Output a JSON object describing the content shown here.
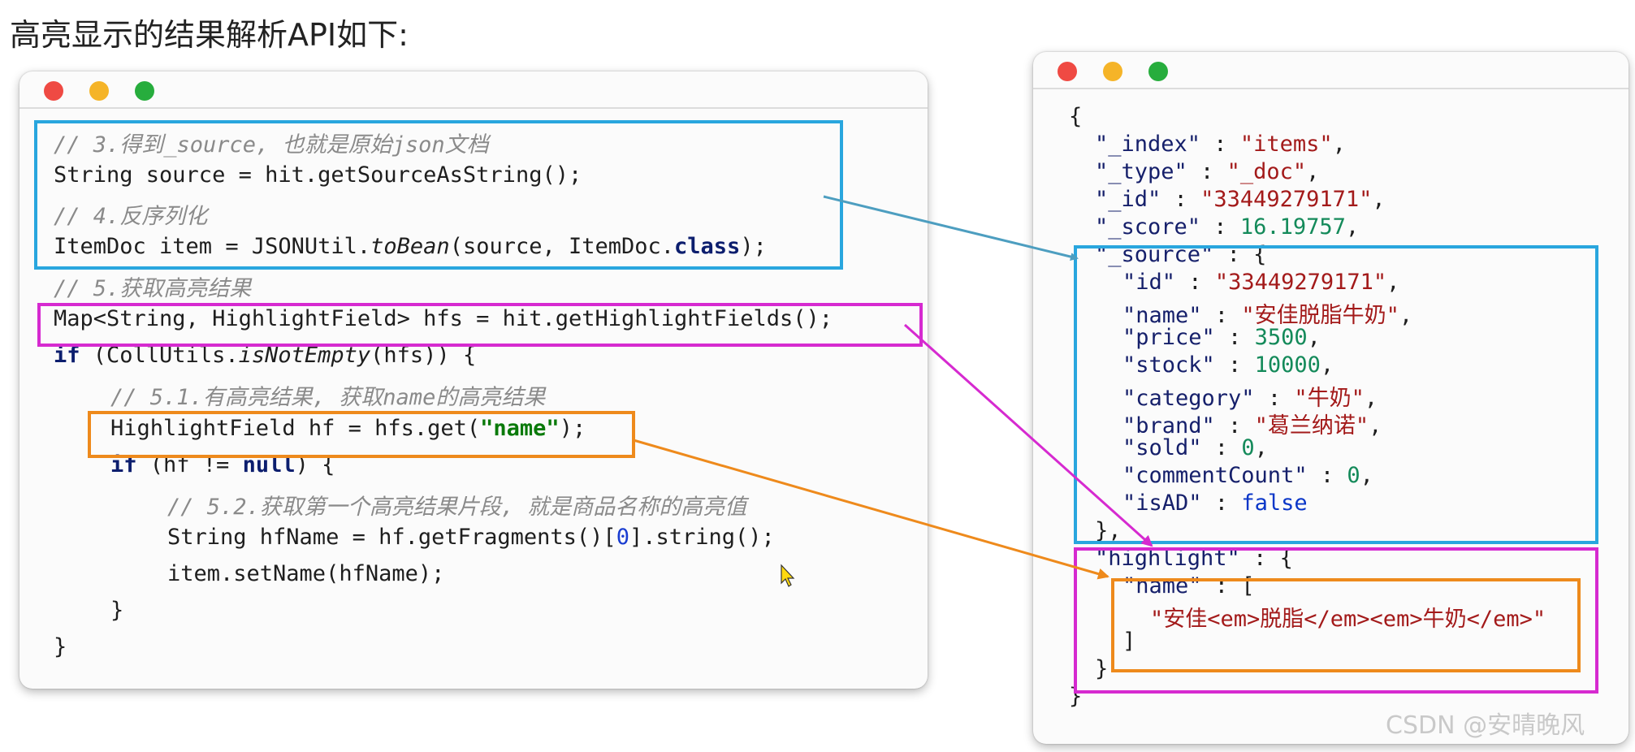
{
  "page": {
    "title": "高亮显示的结果解析API如下:",
    "watermark": "CSDN @安晴晚风"
  },
  "colors": {
    "blue_box": "#29a6de",
    "magenta_box": "#d62ad0",
    "orange_box": "#ee8a1c",
    "dot_red": "#ef4a43",
    "dot_yellow": "#f5b428",
    "dot_green": "#27ad3d"
  },
  "java_code": {
    "c1": "// 3.得到_source, 也就是原始json文档",
    "l2": "String source = hit.getSourceAsString();",
    "c3": "// 4.反序列化",
    "l4_pre": "ItemDoc item = JSONUtil.",
    "l4_method": "toBean",
    "l4_mid": "(source, ItemDoc.",
    "l4_kw": "class",
    "l4_end": ");",
    "c5": "// 5.获取高亮结果",
    "l6": "Map<String, HighlightField> hfs = hit.getHighlightFields();",
    "l7_kw": "if",
    "l7_a": " (CollUtils.",
    "l7_method": "isNotEmpty",
    "l7_b": "(hfs)) {",
    "c8": "// 5.1.有高亮结果, 获取name的高亮结果",
    "l9_pre": "HighlightField hf = hfs.get(",
    "l9_str": "\"name\"",
    "l9_end": ");",
    "l10_kw": "if",
    "l10_a": " (hf != ",
    "l10_null": "null",
    "l10_b": ") {",
    "c11": "// 5.2.获取第一个高亮结果片段, 就是商品名称的高亮值",
    "l12_pre": "String hfName = hf.getFragments()[",
    "l12_num": "0",
    "l12_end": "].string();",
    "l13": "item.setName(hfName);",
    "l14": "}",
    "l15": "}"
  },
  "json_doc": {
    "open": "{",
    "index_key": "\"_index\"",
    "index_val": "\"items\"",
    "type_key": "\"_type\"",
    "type_val": "\"_doc\"",
    "id_key": "\"_id\"",
    "id_val": "\"33449279171\"",
    "score_key": "\"_score\"",
    "score_val": "16.19757",
    "source_key": "\"_source\"",
    "src_id_key": "\"id\"",
    "src_id_val": "\"33449279171\"",
    "name_key": "\"name\"",
    "name_val": "\"安佳脱脂牛奶\"",
    "price_key": "\"price\"",
    "price_val": "3500",
    "stock_key": "\"stock\"",
    "stock_val": "10000",
    "category_key": "\"category\"",
    "category_val": "\"牛奶\"",
    "brand_key": "\"brand\"",
    "brand_val": "\"葛兰纳诺\"",
    "sold_key": "\"sold\"",
    "sold_val": "0",
    "comment_key": "\"commentCount\"",
    "comment_val": "0",
    "isad_key": "\"isAD\"",
    "isad_val": "false",
    "source_close": "},",
    "highlight_key": "\"highlight\"",
    "hl_name_key": "\"name\"",
    "hl_name_val": "\"安佳<em>脱脂</em><em>牛奶</em>\"",
    "arr_close": "]",
    "hl_close": "}",
    "close": "}"
  },
  "connectors": [
    {
      "from": "deserialize-code",
      "to": "_source"
    },
    {
      "from": "getHighlightFields-call",
      "to": "highlight"
    },
    {
      "from": "hfs.get(\"name\")",
      "to": "highlight.name"
    }
  ]
}
